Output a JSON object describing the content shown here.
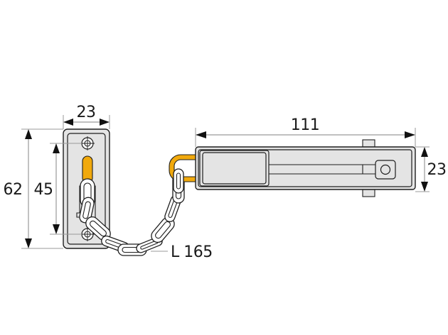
{
  "drawing": {
    "title": "Door chain technical drawing",
    "colors": {
      "body_fill": "#e4e4e4",
      "outline": "#1e1e1e",
      "accent_yellow": "#f1a90c",
      "dimension_line": "#9a9a9a",
      "background": "#ffffff"
    },
    "dimensions": {
      "plate_width": "23",
      "plate_height": "62",
      "hole_spacing": "45",
      "rail_length": "111",
      "rail_height": "23",
      "chain_length": "L 165"
    },
    "units": "mm",
    "parts": [
      "strike-plate",
      "chain",
      "slide-rail",
      "knob"
    ]
  }
}
